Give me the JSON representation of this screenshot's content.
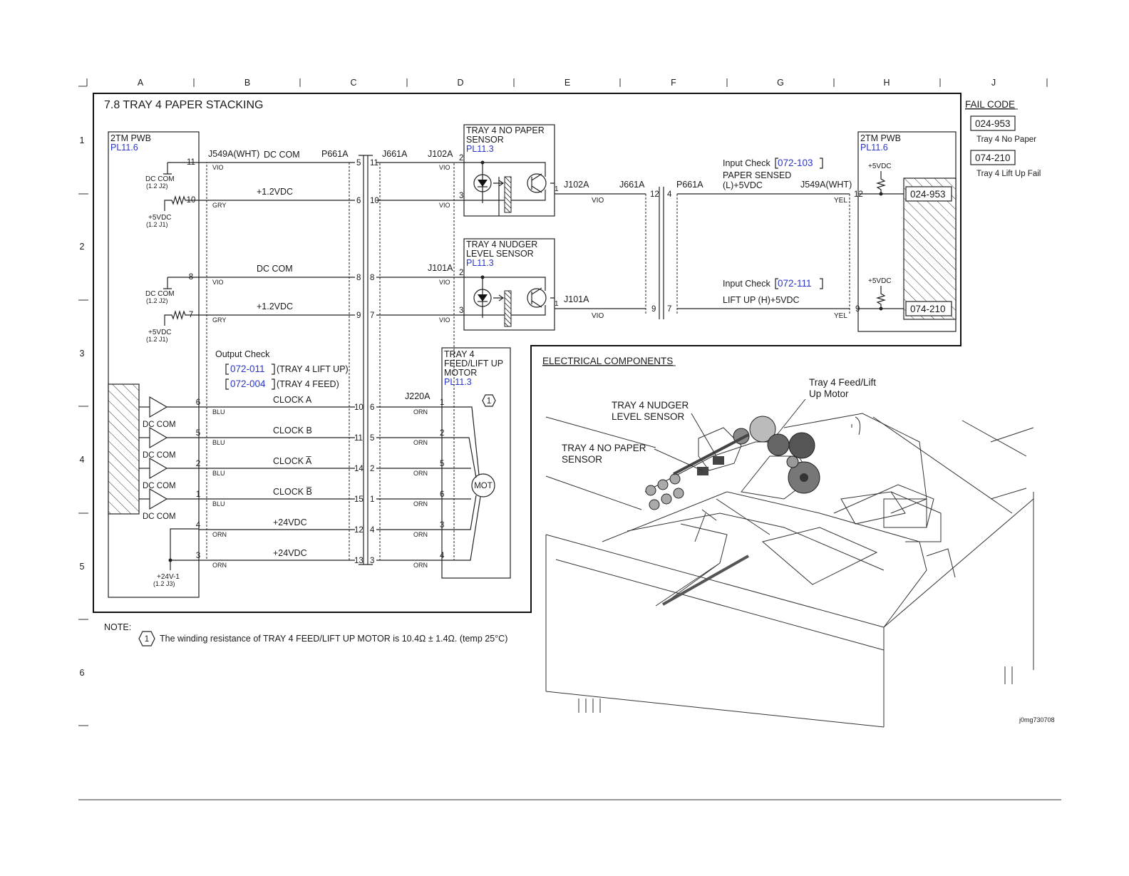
{
  "grid": {
    "columns": [
      "A",
      "B",
      "C",
      "D",
      "E",
      "F",
      "G",
      "H",
      "J"
    ],
    "rows": [
      "1",
      "2",
      "3",
      "4",
      "5",
      "6"
    ]
  },
  "title": "7.8 TRAY 4 PAPER STACKING",
  "fail_code": {
    "heading": "FAIL CODE",
    "items": [
      {
        "code": "024-953",
        "desc": "Tray 4 No Paper"
      },
      {
        "code": "074-210",
        "desc": "Tray 4 Lift Up Fail"
      }
    ]
  },
  "left_pwb": {
    "name": "2TM PWB",
    "ref": "PL11.6"
  },
  "right_pwb": {
    "name": "2TM PWB",
    "ref": "PL11.6"
  },
  "connectors": {
    "j549a": "J549A(WHT)",
    "p661a": "P661A",
    "j661a": "J661A",
    "j102a": "J102A",
    "j101a": "J101A",
    "j220a": "J220A",
    "j549a_right": "J549A(WHT)"
  },
  "left_refs": {
    "dc_com": "DC COM",
    "dc_com_ref": "(1.2 J2)",
    "v5": "+5VDC",
    "v5_ref": "(1.2 J1)",
    "v24": "+24V-1",
    "v24_ref": "(1.2 J3)"
  },
  "wires": [
    {
      "pin": "11",
      "color": "VIO",
      "label": "DC COM",
      "p661": "5",
      "j661": "11",
      "dev_color": "VIO",
      "dev_pin": "2"
    },
    {
      "pin": "10",
      "color": "GRY",
      "label": "+1.2VDC",
      "p661": "6",
      "j661": "10",
      "dev_color": "VIO",
      "dev_pin": "3"
    },
    {
      "pin": "8",
      "color": "VIO",
      "label": "DC COM",
      "p661": "8",
      "j661": "8",
      "dev_color": "VIO",
      "dev_pin": "2"
    },
    {
      "pin": "7",
      "color": "GRY",
      "label": "+1.2VDC",
      "p661": "9",
      "j661": "7",
      "dev_color": "VIO",
      "dev_pin": "3"
    }
  ],
  "sensors": [
    {
      "name_1": "TRAY 4 NO PAPER",
      "name_2": "SENSOR",
      "ref": "PL11.3"
    },
    {
      "name_1": "TRAY 4 NUDGER",
      "name_2": "LEVEL SENSOR",
      "ref": "PL11.3"
    }
  ],
  "right_signals": [
    {
      "input_check_label": "Input Check",
      "code": "072-103",
      "desc_1": "PAPER SENSED",
      "desc_2": "(L)+5VDC",
      "out_pin": "1",
      "wire_color": "VIO",
      "j661_pin": "12",
      "p661_pin": "4",
      "wire_color2": "YEL",
      "pwb_pin": "12",
      "vdc": "+5VDC",
      "fail_box": "024-953"
    },
    {
      "input_check_label": "Input Check",
      "code": "072-111",
      "desc_1": "LIFT UP (H)+5VDC",
      "desc_2": "",
      "out_pin": "1",
      "wire_color": "VIO",
      "j661_pin": "9",
      "p661_pin": "7",
      "wire_color2": "YEL",
      "pwb_pin": "9",
      "vdc": "+5VDC",
      "fail_box": "074-210"
    }
  ],
  "output_check": {
    "label": "Output Check",
    "items": [
      {
        "code": "072-011",
        "desc": "(TRAY 4 LIFT UP)"
      },
      {
        "code": "072-004",
        "desc": "(TRAY 4 FEED)"
      }
    ]
  },
  "motor": {
    "name_1": "TRAY 4",
    "name_2": "FEED/LIFT UP",
    "name_3": "MOTOR",
    "ref": "PL11.3",
    "symbol": "MOT",
    "note_num": "1"
  },
  "motor_wires": [
    {
      "pin": "6",
      "color": "BLU",
      "label": "CLOCK A",
      "p661": "10",
      "j661": "6",
      "dev_color": "ORN",
      "dev_pin": "1"
    },
    {
      "pin": "5",
      "color": "BLU",
      "label": "CLOCK B",
      "p661": "11",
      "j661": "5",
      "dev_color": "ORN",
      "dev_pin": "2"
    },
    {
      "pin": "2",
      "color": "BLU",
      "label": "CLOCK A̅",
      "p661": "14",
      "j661": "2",
      "dev_color": "ORN",
      "dev_pin": "5"
    },
    {
      "pin": "1",
      "color": "BLU",
      "label": "CLOCK B̅",
      "p661": "15",
      "j661": "1",
      "dev_color": "ORN",
      "dev_pin": "6"
    },
    {
      "pin": "4",
      "color": "ORN",
      "label": "+24VDC",
      "p661": "12",
      "j661": "4",
      "dev_color": "ORN",
      "dev_pin": "3"
    },
    {
      "pin": "3",
      "color": "ORN",
      "label": "+24VDC",
      "p661": "13",
      "j661": "3",
      "dev_color": "ORN",
      "dev_pin": "4"
    }
  ],
  "driver_label": "DC COM",
  "components": {
    "heading": "ELECTRICAL COMPONENTS",
    "callout_motor_1": "Tray 4 Feed/Lift",
    "callout_motor_2": "Up Motor",
    "callout_nudger_1": "TRAY 4 NUDGER",
    "callout_nudger_2": "LEVEL SENSOR",
    "callout_nopaper_1": "TRAY 4 NO PAPER",
    "callout_nopaper_2": "SENSOR",
    "image_id": "j0mg730708"
  },
  "note": {
    "label": "NOTE:",
    "num": "1",
    "text": "The winding resistance of TRAY 4 FEED/LIFT UP MOTOR is 10.4Ω ± 1.4Ω. (temp 25°C)"
  }
}
